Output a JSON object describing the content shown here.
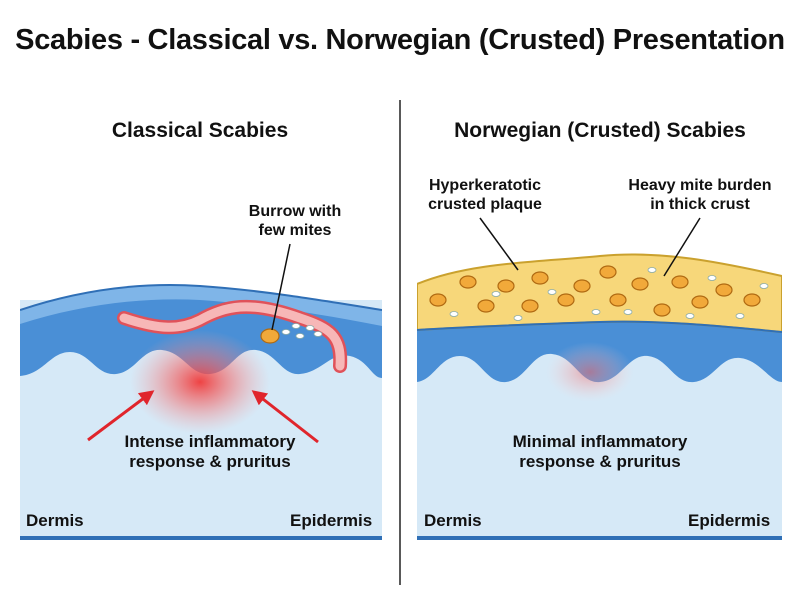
{
  "title": "Scabies - Classical vs. Norwegian (Crusted) Presentation",
  "colors": {
    "dermis": "#d6e9f7",
    "epidermis": "#4a8fd6",
    "stratum_corneum": "#7fb5e8",
    "burrow": "#f7b7b7",
    "burrow_edge": "#e0525a",
    "crust": "#f7d77a",
    "crust_edge": "#caa12e",
    "mite": "#f1a93a",
    "inflammation": "#f03a3a",
    "baseline": "#2f6fb6",
    "arrow": "#e0252c"
  },
  "panels": {
    "classical": {
      "title": "Classical Scabies",
      "callout": [
        "Burrow with",
        "few mites"
      ],
      "inflammation_note": [
        "Intense inflammatory",
        "response & pruritus"
      ],
      "dermis_label": "Dermis",
      "epidermis_label": "Epidermis",
      "inflammation_level": "intense"
    },
    "crusted": {
      "title": "Norwegian (Crusted) Scabies",
      "callout_left": [
        "Hyperkeratotic",
        "crusted plaque"
      ],
      "callout_right": [
        "Heavy mite burden",
        "in thick crust"
      ],
      "inflammation_note": [
        "Minimal inflammatory",
        "response & pruritus"
      ],
      "dermis_label": "Dermis",
      "epidermis_label": "Epidermis",
      "inflammation_level": "minimal"
    }
  }
}
